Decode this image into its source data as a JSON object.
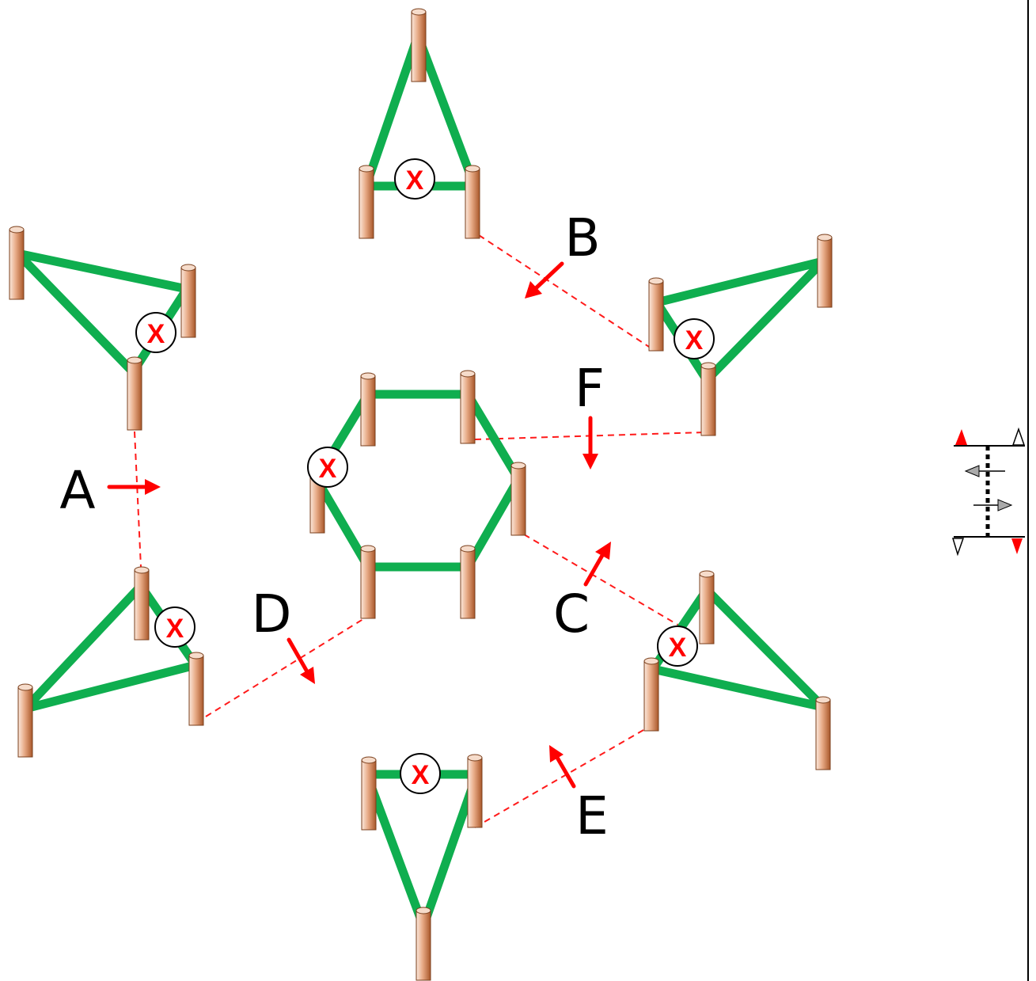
{
  "colors": {
    "rail": "#0fae4f",
    "post_light": "#f6dccb",
    "post_dark": "#b8693a",
    "marker_red": "#ff0000",
    "line_red": "#ff1a1a"
  },
  "x_marker_text": "X",
  "labels": {
    "a": "A",
    "b": "B",
    "c": "C",
    "d": "D",
    "e": "E",
    "f": "F"
  },
  "legend": {
    "icon": "path-arrows-legend-icon"
  }
}
